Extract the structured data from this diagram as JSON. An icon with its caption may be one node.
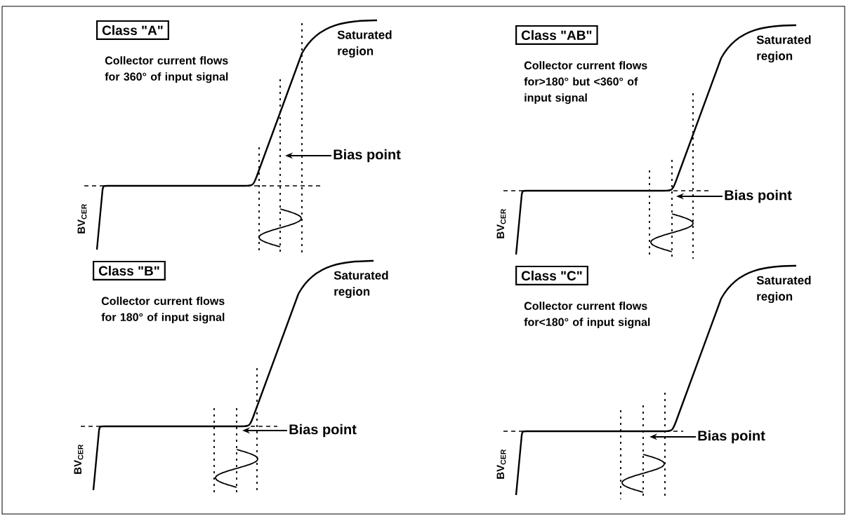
{
  "diagram": {
    "nodes": [
      {
        "text": [
          "Class \"A\""
        ]
      },
      {
        "text": [
          "Bias point"
        ]
      },
      {
        "text": [
          "Class \"AB\""
        ]
      },
      {
        "text": [
          "Bias point"
        ]
      },
      {
        "text": [
          "Class \"B\""
        ]
      },
      {
        "text": [
          "Bias point"
        ]
      },
      {
        "text": [
          "Class \"C\""
        ]
      },
      {
        "text": [
          "Bias point"
        ]
      }
    ],
    "edges": [
      {
        "from": 1,
        "to": null,
        "arrow": "to"
      },
      {
        "from": 3,
        "to": null,
        "arrow": "to"
      },
      {
        "from": 5,
        "to": null,
        "arrow": "to"
      },
      {
        "from": 7,
        "to": null,
        "arrow": "to"
      }
    ],
    "labels": [
      "Collector current flows for 360° of input signal",
      "Saturated region",
      "BV$_{CER}$",
      "Collector current flows for>180° but <360° of input signal",
      "Saturated region",
      "BV$_{CER}$",
      "Collector current flows for 180° of input signal",
      "Saturated region",
      "BV$_{CER}$",
      "Collector current flows for<180° of input signal",
      "Saturated region",
      "BV$_{CER}$"
    ]
  }
}
